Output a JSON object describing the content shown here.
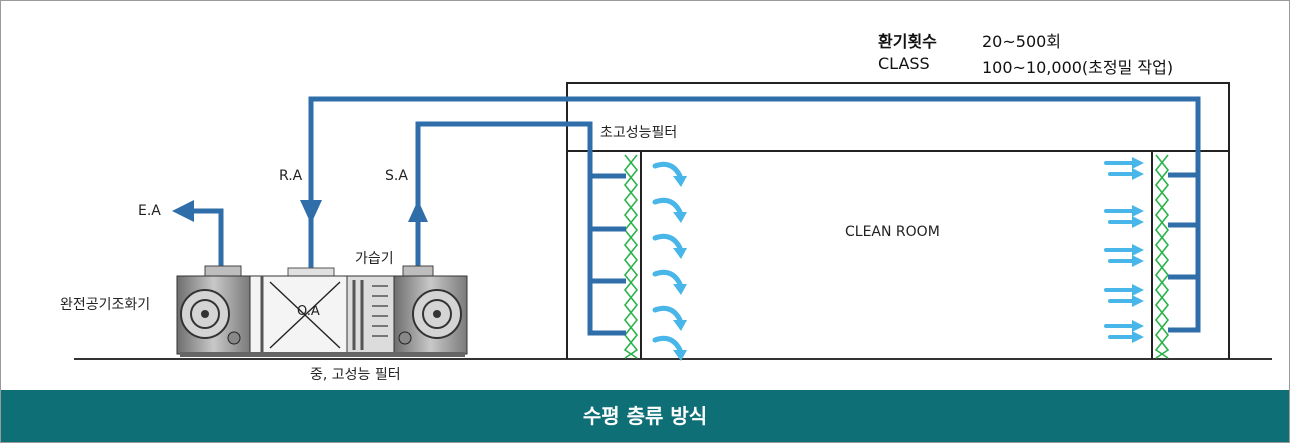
{
  "info": {
    "air_change_label": "환기횟수",
    "air_change_value": "20~500회",
    "class_label": "CLASS",
    "class_value": "100~10,000(초정밀 작업)"
  },
  "labels": {
    "ra": "R.A",
    "sa": "S.A",
    "ea": "E.A",
    "oa": "O.A",
    "hepa_filter": "초고성능필터",
    "clean_room": "CLEAN ROOM",
    "humidifier": "가습기",
    "ahu": "완전공기조화기",
    "mid_filter": "중, 고성능 필터"
  },
  "caption": "수평 층류 방식",
  "colors": {
    "duct": "#2f6ea8",
    "filter": "#2bb24c",
    "airflow": "#48b6e8",
    "banner": "#0e6f76"
  }
}
